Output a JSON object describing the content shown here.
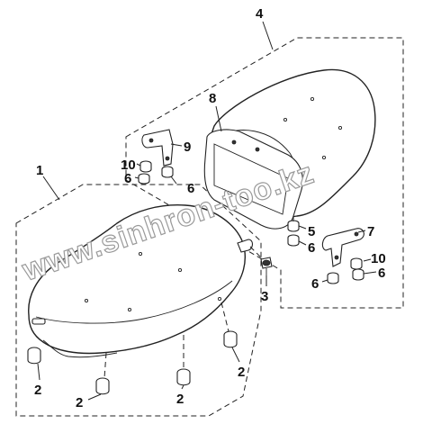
{
  "callouts": {
    "c4": "4",
    "c1": "1",
    "c8": "8",
    "c9": "9",
    "c10a": "10",
    "c6a": "6",
    "c6b": "6",
    "c5": "5",
    "c7": "7",
    "c6c": "6",
    "c10b": "10",
    "c6d": "6",
    "c6e": "6",
    "c3": "3",
    "c2a": "2",
    "c2b": "2",
    "c2c": "2",
    "c2d": "2"
  },
  "watermark": "www.sinhron-too.kz",
  "colors": {
    "line": "#222222",
    "watermark": "#9a9a9a"
  }
}
